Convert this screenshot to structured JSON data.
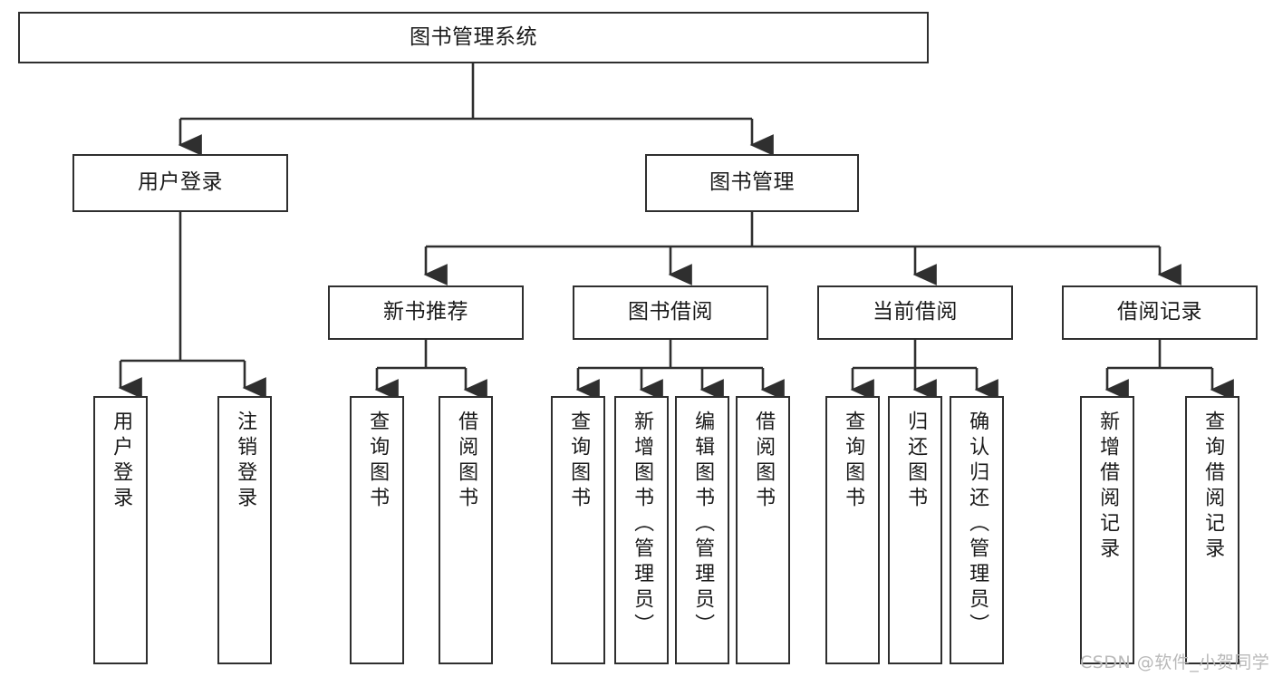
{
  "diagram": {
    "type": "tree-structure-chart",
    "title": "图书管理系统",
    "levels": 4,
    "colors": {
      "node_border": "#2f2f2f",
      "node_fill": "#ffffff",
      "edge": "#2f2f2f",
      "text": "#1a1a1a",
      "watermark": "#b9b9b9",
      "background": "#ffffff"
    },
    "root": {
      "label": "图书管理系统"
    },
    "level2": [
      {
        "label": "用户登录"
      },
      {
        "label": "图书管理"
      }
    ],
    "level3": [
      {
        "label": "新书推荐"
      },
      {
        "label": "图书借阅"
      },
      {
        "label": "当前借阅"
      },
      {
        "label": "借阅记录"
      }
    ],
    "leaves": {
      "user_login": [
        {
          "label": "用户登录"
        },
        {
          "label": "注销登录"
        }
      ],
      "new_book_recommend": [
        {
          "label": "查询图书"
        },
        {
          "label": "借阅图书"
        }
      ],
      "book_borrow": [
        {
          "label": "查询图书"
        },
        {
          "label": "新增图书（管理员）"
        },
        {
          "label": "编辑图书（管理员）"
        },
        {
          "label": "借阅图书"
        }
      ],
      "current_borrow": [
        {
          "label": "查询图书"
        },
        {
          "label": "归还图书"
        },
        {
          "label": "确认归还（管理员）"
        }
      ],
      "borrow_record": [
        {
          "label": "新增借阅记录"
        },
        {
          "label": "查询借阅记录"
        }
      ]
    }
  },
  "watermark": {
    "text": "CSDN @软件_小贺同学"
  }
}
